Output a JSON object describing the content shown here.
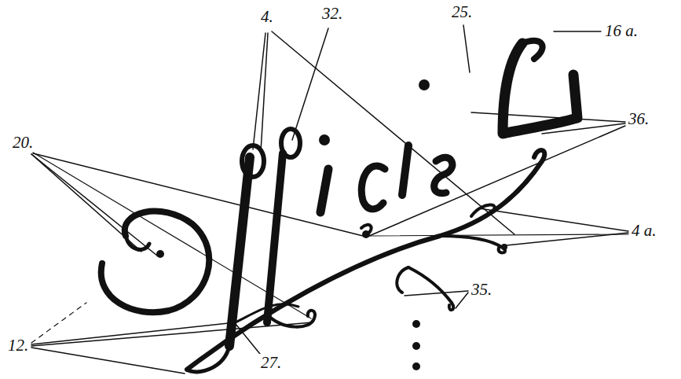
{
  "diagram": {
    "labels": [
      "4.",
      "32.",
      "25.",
      "16 a.",
      "20.",
      "36.",
      "4 a.",
      "12.",
      "27.",
      "35."
    ]
  }
}
